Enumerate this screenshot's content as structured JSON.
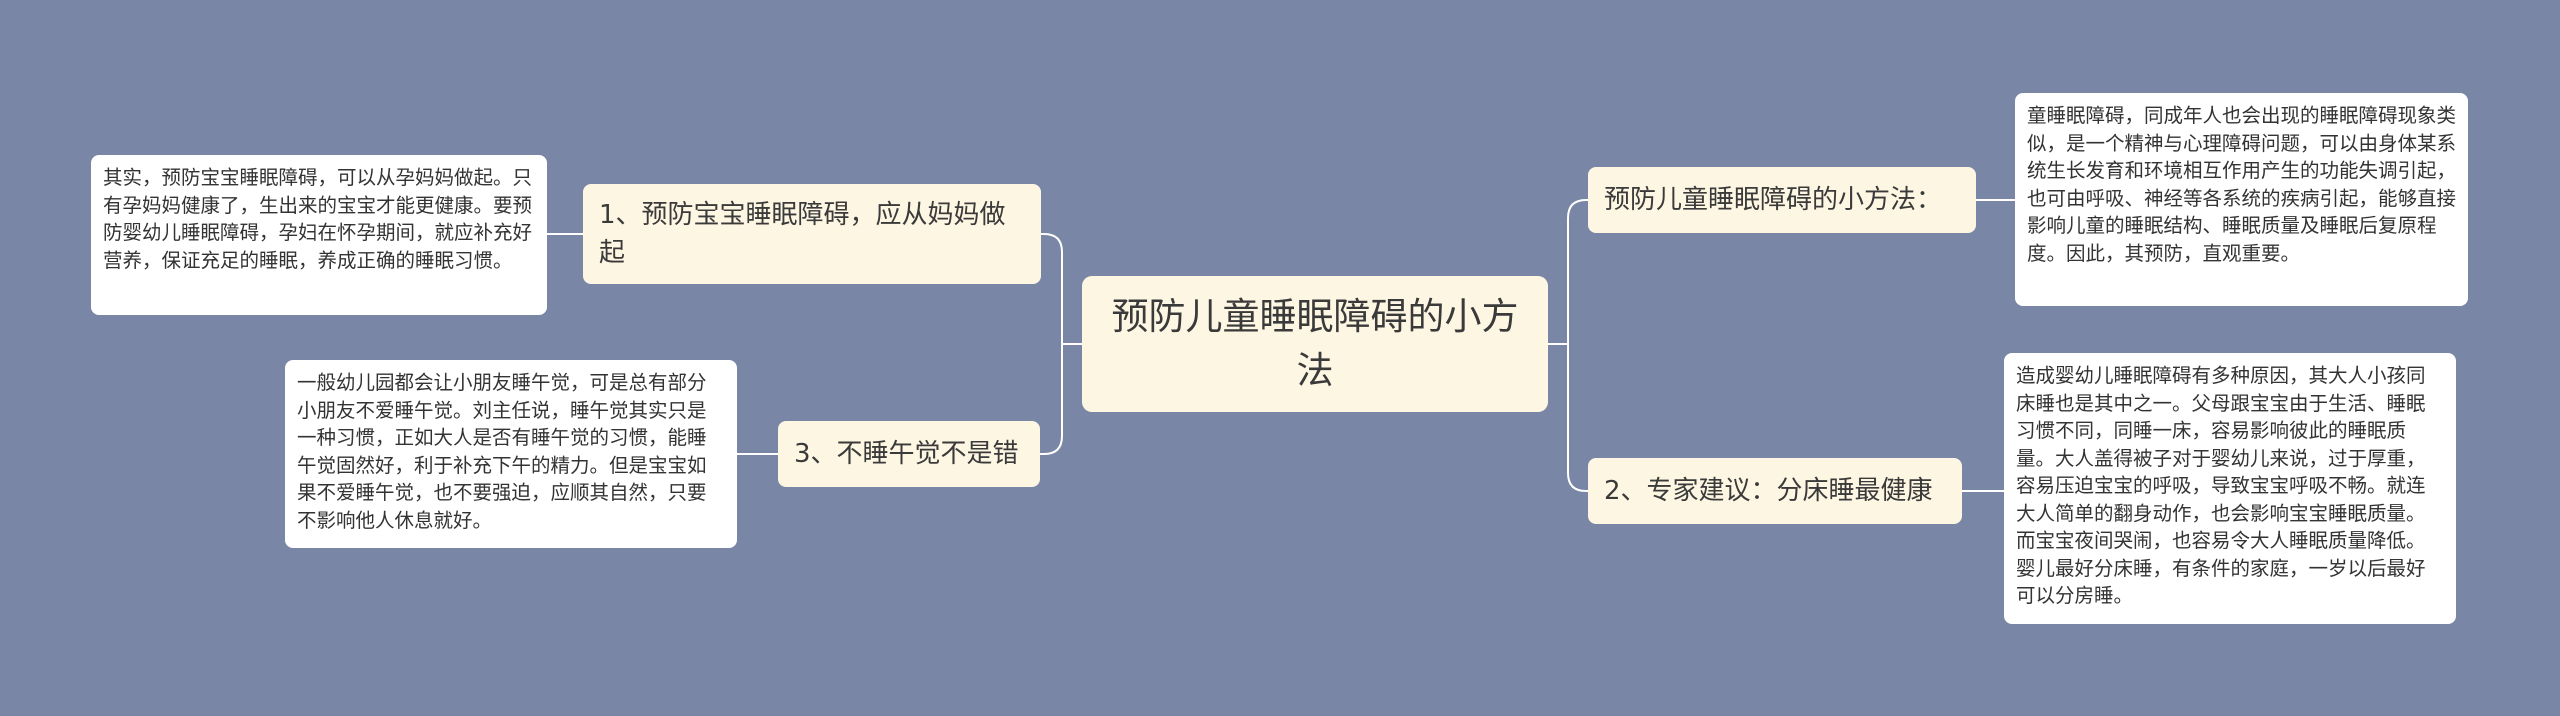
{
  "colors": {
    "background": "#7a86a6",
    "node_fill": "#fdf6e3",
    "leaf_fill": "#ffffff",
    "connector": "#ffffff"
  },
  "root": {
    "label": "预防儿童睡眠障碍的小方法"
  },
  "branches": [
    {
      "label": "1、预防宝宝睡眠障碍，应从妈妈做起",
      "detail": "其实，预防宝宝睡眠障碍，可以从孕妈妈做起。只有孕妈妈健康了，生出来的宝宝才能更健康。要预防婴幼儿睡眠障碍，孕妇在怀孕期间，就应补充好营养，保证充足的睡眠，养成正确的睡眠习惯。"
    },
    {
      "label": "3、不睡午觉不是错",
      "detail": "一般幼儿园都会让小朋友睡午觉，可是总有部分小朋友不爱睡午觉。刘主任说，睡午觉其实只是一种习惯，正如大人是否有睡午觉的习惯，能睡午觉固然好，利于补充下午的精力。但是宝宝如果不爱睡午觉，也不要强迫，应顺其自然，只要不影响他人休息就好。"
    },
    {
      "label": "预防儿童睡眠障碍的小方法：",
      "detail": "童睡眠障碍，同成年人也会出现的睡眠障碍现象类似，是一个精神与心理障碍问题，可以由身体某系统生长发育和环境相互作用产生的功能失调引起，也可由呼吸、神经等各系统的疾病引起，能够直接影响儿童的睡眠结构、睡眠质量及睡眠后复原程度。因此，其预防，直观重要。"
    },
    {
      "label": "2、专家建议：分床睡最健康",
      "detail": "造成婴幼儿睡眠障碍有多种原因，其大人小孩同床睡也是其中之一。父母跟宝宝由于生活、睡眠习惯不同，同睡一床，容易影响彼此的睡眠质量。大人盖得被子对于婴幼儿来说，过于厚重，容易压迫宝宝的呼吸，导致宝宝呼吸不畅。就连大人简单的翻身动作，也会影响宝宝睡眠质量。而宝宝夜间哭闹，也容易令大人睡眠质量降低。婴儿最好分床睡，有条件的家庭，一岁以后最好可以分房睡。"
    }
  ]
}
